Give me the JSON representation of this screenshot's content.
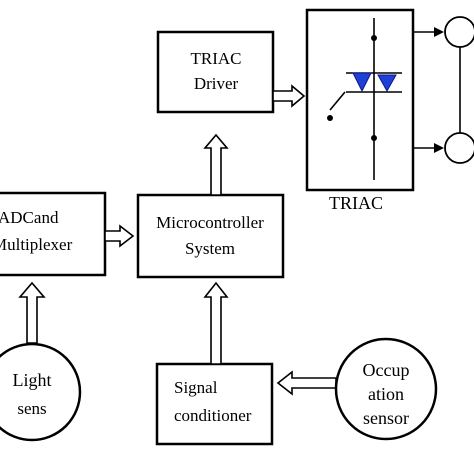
{
  "blocks": {
    "triac_driver": {
      "line1": "TRIAC",
      "line2": "Driver"
    },
    "adc_mux": {
      "line1": "ADCand",
      "line2": "Multiplexer"
    },
    "microcontroller": {
      "line1": "Microcontroller",
      "line2": "System"
    },
    "signal_conditioner": {
      "line1": "Signal",
      "line2": "conditioner"
    },
    "triac_label": "TRIAC"
  },
  "sensors": {
    "light": {
      "line1": "Light",
      "line2": "sens"
    },
    "occupation": {
      "line1": "Occup",
      "line2": "ation",
      "line3": "sensor"
    }
  }
}
